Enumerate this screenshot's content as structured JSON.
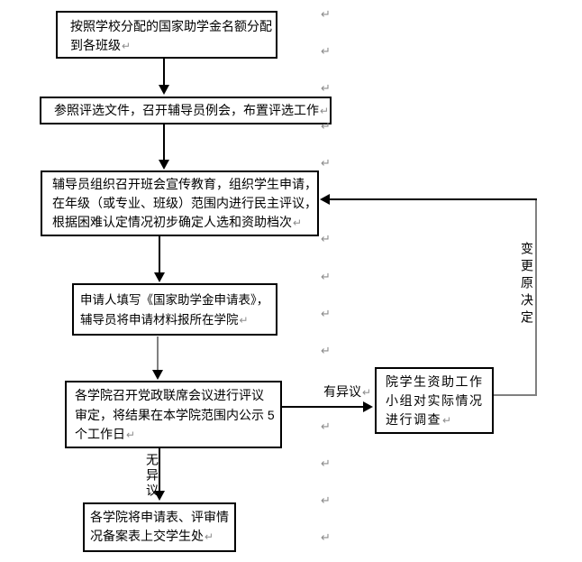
{
  "boxes": [
    {
      "name": "allocate-quota",
      "lines": [
        "按照学校分配的国家助学金名额分配",
        "到各班级"
      ]
    },
    {
      "name": "counselor-meeting",
      "lines": [
        "参照评选文件，召开辅导员例会，布置评选工作"
      ]
    },
    {
      "name": "class-meeting-democratic-review",
      "lines": [
        "辅导员组织召开班会宣传教育，组织学生申请，",
        "在年级（或专业、班级）范围内进行民主评议，",
        "根据困难认定情况初步确定人选和资助档次"
      ]
    },
    {
      "name": "fill-application-form",
      "lines": [
        "申请人填写《国家助学金申请表》，",
        "辅导员将申请材料报所在学院"
      ]
    },
    {
      "name": "college-review-publicity",
      "lines": [
        "各学院召开党政联席会议进行评议",
        "审定，将结果在本学院范围内公示 5",
        "个工作日"
      ]
    },
    {
      "name": "aid-group-investigation",
      "lines": [
        "院学生资助工作",
        "小组对实际情况",
        "进行调查"
      ]
    },
    {
      "name": "submit-to-student-office",
      "lines": [
        "各学院将申请表、评审情",
        "况备案表上交学生处"
      ]
    }
  ],
  "labels": {
    "objection": "有异议",
    "no_objection": "无异议",
    "change_decision": "变更原决定"
  },
  "marks": {
    "glyph": "↵"
  },
  "colors": {
    "line": "#000000",
    "gray_line": "#808080",
    "mark": "#8c8c8c",
    "box_border": "#000000",
    "background": "#ffffff"
  }
}
